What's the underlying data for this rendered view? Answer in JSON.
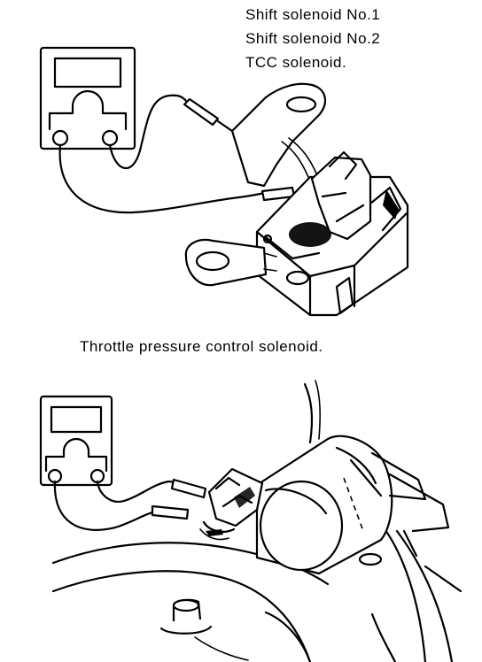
{
  "labels": {
    "shift_solenoid_1": "Shift solenoid No.1",
    "shift_solenoid_2": "Shift solenoid No.2",
    "tcc_solenoid": "TCC solenoid.",
    "throttle_pressure_solenoid": "Throttle pressure control solenoid."
  },
  "colors": {
    "ink": "#000000",
    "paper": "#ffffff"
  },
  "icons": {
    "meter": "ohmmeter-icon",
    "solenoid": "solenoid-icon"
  }
}
